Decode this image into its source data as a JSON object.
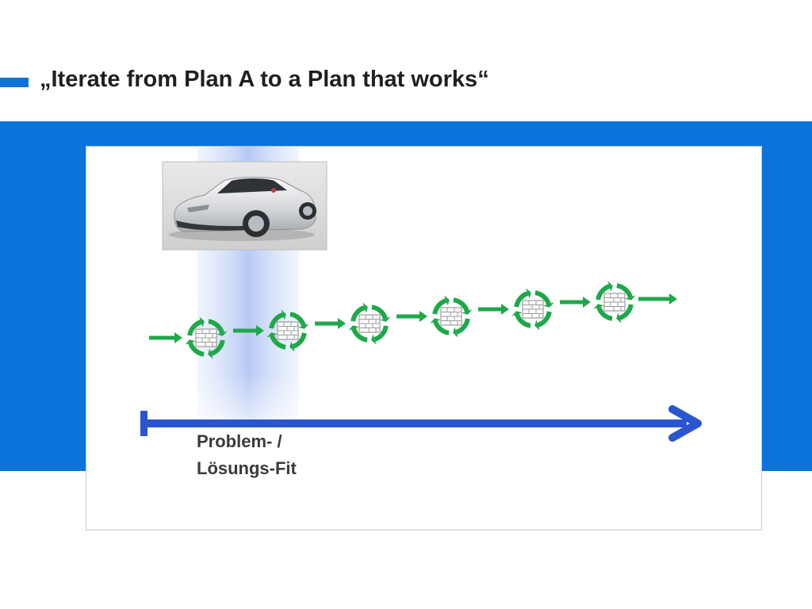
{
  "slide": {
    "title": "„Iterate from Plan A to a Plan that works“"
  },
  "diagram": {
    "iteration_count": 6,
    "highlight_label_line1": "Problem- /",
    "highlight_label_line2": "Lösungs-Fit"
  },
  "colors": {
    "brand_blue": "#0B73D9",
    "timeline_blue": "#2B55CF",
    "arrow_green": "#1FA84A"
  },
  "image": {
    "subject": "car-photo"
  }
}
